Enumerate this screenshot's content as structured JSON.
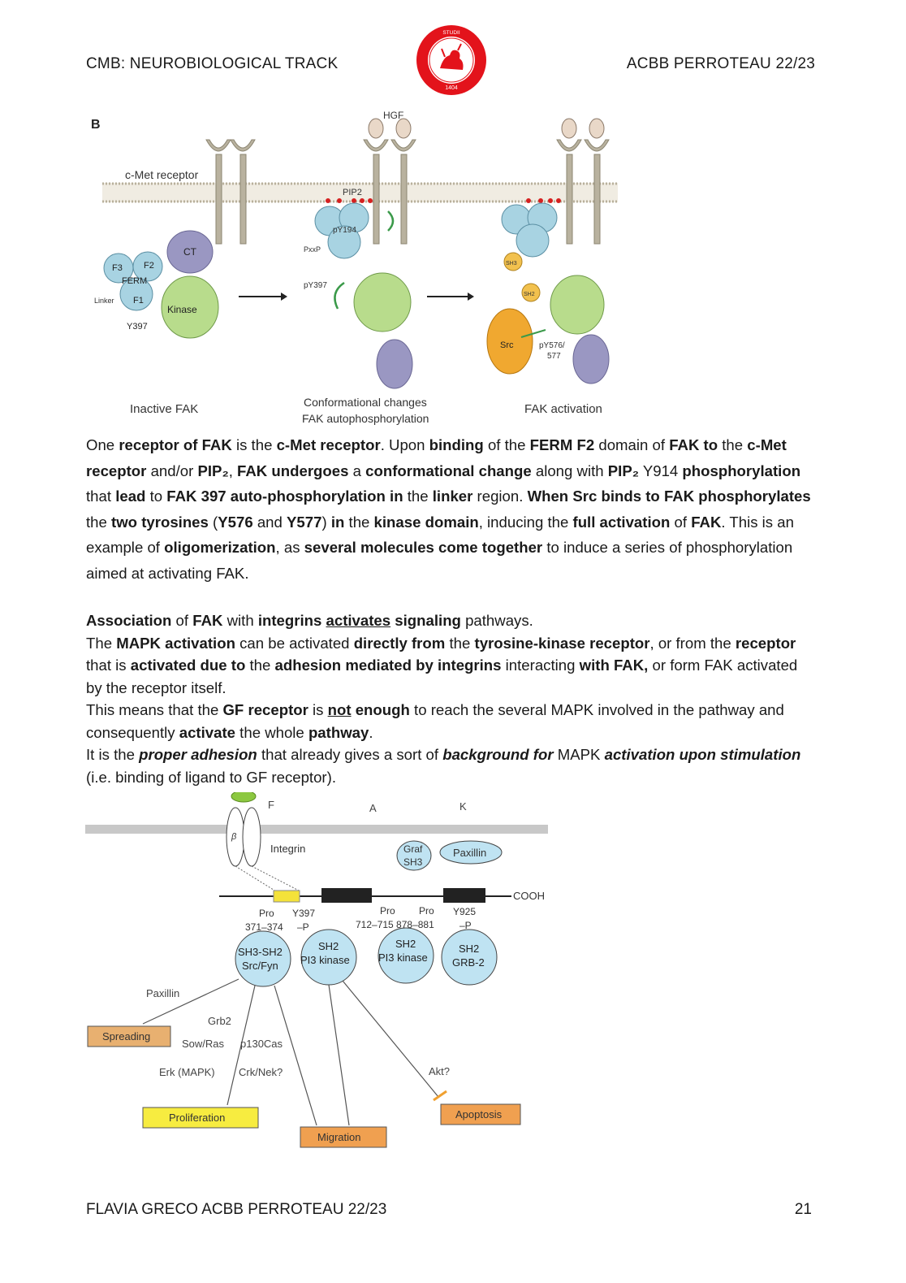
{
  "header": {
    "left": "CMB: NEUROBIOLOGICAL TRACK",
    "right": "ACBB PERROTEAU 22/23",
    "seal_text": "UNIVERSITAS STUDII TAURINENSIS",
    "seal_year": "1404"
  },
  "figure1": {
    "panel": "B",
    "receptor_label": "c-Met receptor",
    "ligand": "HGF",
    "pip2": "PIP2",
    "stage1": "Inactive FAK",
    "stage2_line1": "Conformational changes",
    "stage2_line2": "FAK autophosphorylation",
    "stage3": "FAK activation",
    "labels": {
      "ct": "CT",
      "f3": "F3",
      "f2": "F2",
      "ferm": "FERM",
      "f1": "F1",
      "linker": "Linker",
      "kinase": "Kinase",
      "y397": "Y397",
      "py194": "pY194",
      "pxxp": "PxxP",
      "py397": "pY397",
      "sh3": "SH3",
      "sh2": "SH2",
      "src": "Src",
      "py576": "pY576/",
      "py577": "577"
    }
  },
  "paragraph1": {
    "s1": "One ",
    "s2": "receptor of FAK",
    "s3": " is the ",
    "s4": "c-Met receptor",
    "s5": ". Upon ",
    "s6": "binding",
    "s7": " of the ",
    "s8": "FERM F2",
    "s9": " domain of ",
    "s10": "FAK to",
    "s11": " the ",
    "s12": "c-Met receptor",
    "s13": " and/or ",
    "s14": "PIP₂",
    "s15": ", ",
    "s16": "FAK undergoes",
    "s17": " a ",
    "s18": "conformational change",
    "s19": " along with ",
    "s20": "PIP₂",
    "s21": " Y914 ",
    "s22": "phosphorylation",
    "s23": " that ",
    "s24": "lead",
    "s25": " to ",
    "s26": "FAK 397 auto-phosphorylation in",
    "s27": " the ",
    "s28": "linker",
    "s29": " region. ",
    "s30": "When Src binds to FAK phosphorylates",
    "s31": " the ",
    "s32": "two tyrosines",
    "s33": " (",
    "s34": "Y576",
    "s35": " and ",
    "s36": "Y577",
    "s37": ") ",
    "s38": "in",
    "s39": " the ",
    "s40": "kinase domain",
    "s41": ", inducing the ",
    "s42": "full activation",
    "s43": " of ",
    "s44": "FAK",
    "s45": ". This is an example of ",
    "s46": "oligomerization",
    "s47": ", as ",
    "s48": "several molecules come together",
    "s49": " to induce a series of phosphorylation aimed at activating FAK."
  },
  "paragraph2": {
    "a1": "Association",
    "a2": " of ",
    "a3": "FAK",
    "a4": " with ",
    "a5": "integrins",
    "a6": " ",
    "a7": "activates",
    "a8": " ",
    "a9": "signaling",
    "a10": " pathways.",
    "b1": "The ",
    "b2": "MAPK activation",
    "b3": " can be activated ",
    "b4": "directly from",
    "b5": " the ",
    "b6": "tyrosine-kinase receptor",
    "b7": ", or from the ",
    "b8": "receptor",
    "b9": " that is ",
    "b10": "activated due to",
    "b11": " the ",
    "b12": "adhesion mediated by integrins",
    "b13": " interacting ",
    "b14": "with FAK,",
    "b15": " or form FAK activated by the receptor itself.",
    "c1": "This means that the ",
    "c2": "GF receptor",
    "c3": " is ",
    "c4": "not",
    "c5": " ",
    "c6": "enough",
    "c7": " to reach the several MAPK involved in the pathway and consequently ",
    "c8": "activate",
    "c9": " the whole ",
    "c10": "pathway",
    "c11": ".",
    "d1": "It is the ",
    "d2": "proper adhesion",
    "d3": " that already gives a sort of ",
    "d4": "background for",
    "d5": " MAPK ",
    "d6": "activation upon stimulation",
    "d7": " (i.e. binding of ligand to GF receptor)."
  },
  "figure2": {
    "f": "F",
    "a": "A",
    "k": "K",
    "beta": "β",
    "integrin": "Integrin",
    "graf1": "Graf",
    "graf2": "SH3",
    "paxillin": "Paxillin",
    "cooh": "COOH",
    "pro1": "Pro",
    "pro1n": "371–374",
    "y397": "Y397",
    "y397p": "–P",
    "pro2": "Pro",
    "pro3": "Pro",
    "pro23n": "712–715 878–881",
    "y925": "Y925",
    "y925p": "–P",
    "c1a": "SH3-SH2",
    "c1b": "Src/Fyn",
    "c2a": "SH2",
    "c2b": "PI3 kinase",
    "c3a": "SH2",
    "c3b": "PI3 kinase",
    "c4a": "SH2",
    "c4b": "GRB-2",
    "paxillin2": "Paxillin",
    "grb2": "Grb2",
    "sowras": "Sow/Ras",
    "p130": "p130Cas",
    "erk": "Erk (MAPK)",
    "crk": "Crk/Nek?",
    "akt": "Akt?",
    "spreading": "Spreading",
    "proliferation": "Proliferation",
    "migration": "Migration",
    "apoptosis": "Apoptosis"
  },
  "footer": {
    "left": "FLAVIA GRECO ACBB PERROTEAU 22/23",
    "page": "21"
  }
}
